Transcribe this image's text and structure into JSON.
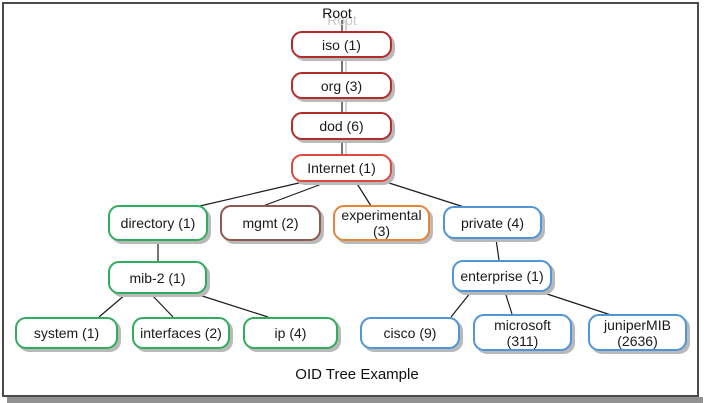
{
  "title": "Root",
  "caption": "OID Tree Example",
  "colors": {
    "red_dark": "#b42b2b",
    "red_bright": "#de4a42",
    "green": "#2fad5d",
    "brown": "#91584f",
    "orange": "#e2863b",
    "blue": "#4f95d8",
    "line": "#1c1c1c",
    "ghost": "#d2d2d2",
    "shadow": "#b9b9b9",
    "frame": "#4a4a4a"
  },
  "nodes": [
    {
      "id": "iso",
      "label": "iso (1)",
      "color": "red_dark"
    },
    {
      "id": "org",
      "label": "org (3)",
      "color": "red_dark"
    },
    {
      "id": "dod",
      "label": "dod (6)",
      "color": "red_dark"
    },
    {
      "id": "internet",
      "label": "Internet (1)",
      "color": "red_bright"
    },
    {
      "id": "directory",
      "label": "directory (1)",
      "color": "green"
    },
    {
      "id": "mgmt",
      "label": "mgmt (2)",
      "color": "brown"
    },
    {
      "id": "experimental",
      "label": "experimental (3)",
      "color": "orange"
    },
    {
      "id": "private",
      "label": "private (4)",
      "color": "blue"
    },
    {
      "id": "mib2",
      "label": "mib-2 (1)",
      "color": "green"
    },
    {
      "id": "enterprise",
      "label": "enterprise (1)",
      "color": "blue"
    },
    {
      "id": "system",
      "label": "system (1)",
      "color": "green"
    },
    {
      "id": "interfaces",
      "label": "interfaces (2)",
      "color": "green"
    },
    {
      "id": "ip",
      "label": "ip (4)",
      "color": "green"
    },
    {
      "id": "cisco",
      "label": "cisco (9)",
      "color": "blue"
    },
    {
      "id": "microsoft",
      "label": "microsoft (311)",
      "color": "blue"
    },
    {
      "id": "juniper",
      "label": "juniperMIB (2636)",
      "color": "blue"
    }
  ]
}
